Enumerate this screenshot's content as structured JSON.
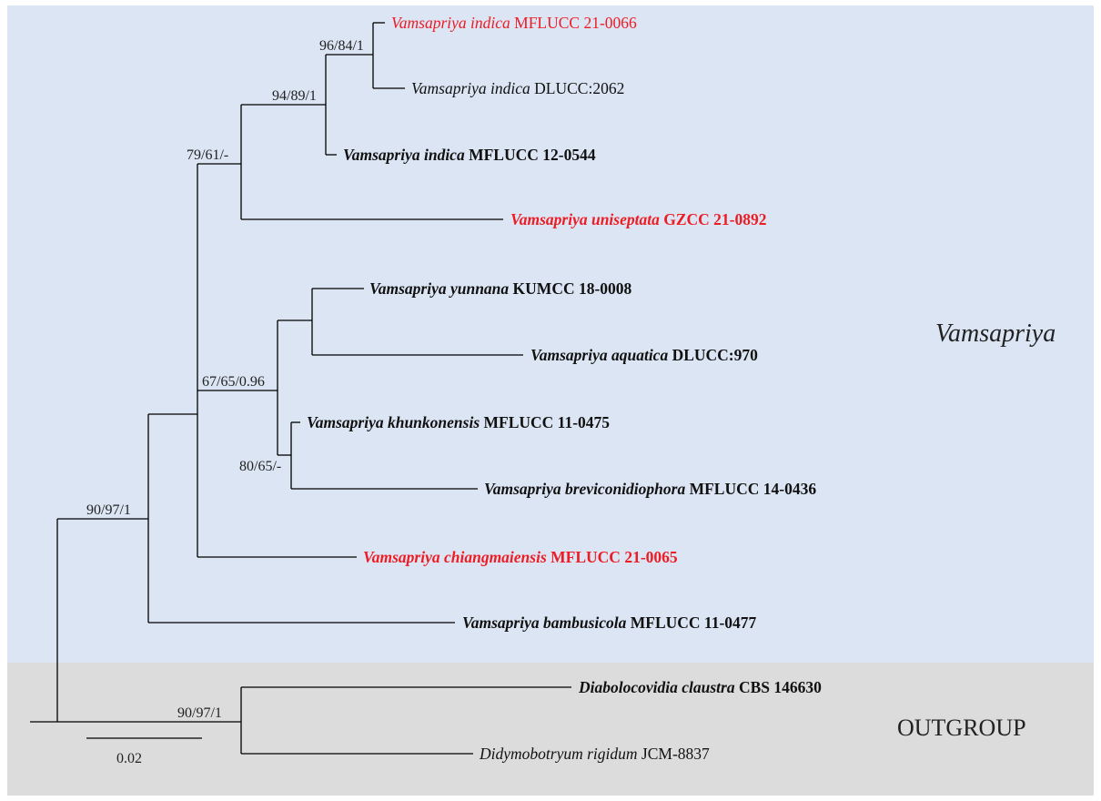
{
  "colors": {
    "ingroup_background": "#dbe5f3",
    "outgroup_background": "#dcdcdc",
    "highlight": "#ee1c24",
    "normal": "#111111"
  },
  "clades": {
    "ingroup_label": "Vamsapriya",
    "outgroup_label": "OUTGROUP"
  },
  "scale_bar": {
    "label": "0.02"
  },
  "supports": {
    "s1": "96/84/1",
    "s2": "94/89/1",
    "s3": "79/61/-",
    "s4": "67/65/0.96",
    "s5": "80/65/-",
    "s6": "90/97/1",
    "s7": "90/97/1"
  },
  "taxa": [
    {
      "species": "Vamsapriya indica",
      "strain": "MFLUCC 21-0066",
      "bold": false,
      "highlight": true
    },
    {
      "species": "Vamsapriya indica",
      "strain": "DLUCC:2062",
      "bold": false,
      "highlight": false
    },
    {
      "species": "Vamsapriya indica",
      "strain": "MFLUCC 12-0544",
      "bold": true,
      "highlight": false
    },
    {
      "species": "Vamsapriya uniseptata",
      "strain": "GZCC 21-0892",
      "bold": true,
      "highlight": true
    },
    {
      "species": "Vamsapriya yunnana",
      "strain": "KUMCC 18-0008",
      "bold": true,
      "highlight": false
    },
    {
      "species": "Vamsapriya aquatica",
      "strain": "DLUCC:970",
      "bold": true,
      "highlight": false
    },
    {
      "species": "Vamsapriya khunkonensis",
      "strain": "MFLUCC 11-0475",
      "bold": true,
      "highlight": false
    },
    {
      "species": "Vamsapriya breviconidiophora",
      "strain": "MFLUCC 14-0436",
      "bold": true,
      "highlight": false
    },
    {
      "species": "Vamsapriya chiangmaiensis",
      "strain": "MFLUCC 21-0065",
      "bold": true,
      "highlight": true
    },
    {
      "species": "Vamsapriya bambusicola",
      "strain": "MFLUCC 11-0477",
      "bold": true,
      "highlight": false
    },
    {
      "species": "Diabolocovidia claustra",
      "strain": "CBS 146630",
      "bold": true,
      "highlight": false
    },
    {
      "species": "Didymobotryum rigidum",
      "strain": "JCM-8837",
      "bold": false,
      "highlight": false
    }
  ]
}
